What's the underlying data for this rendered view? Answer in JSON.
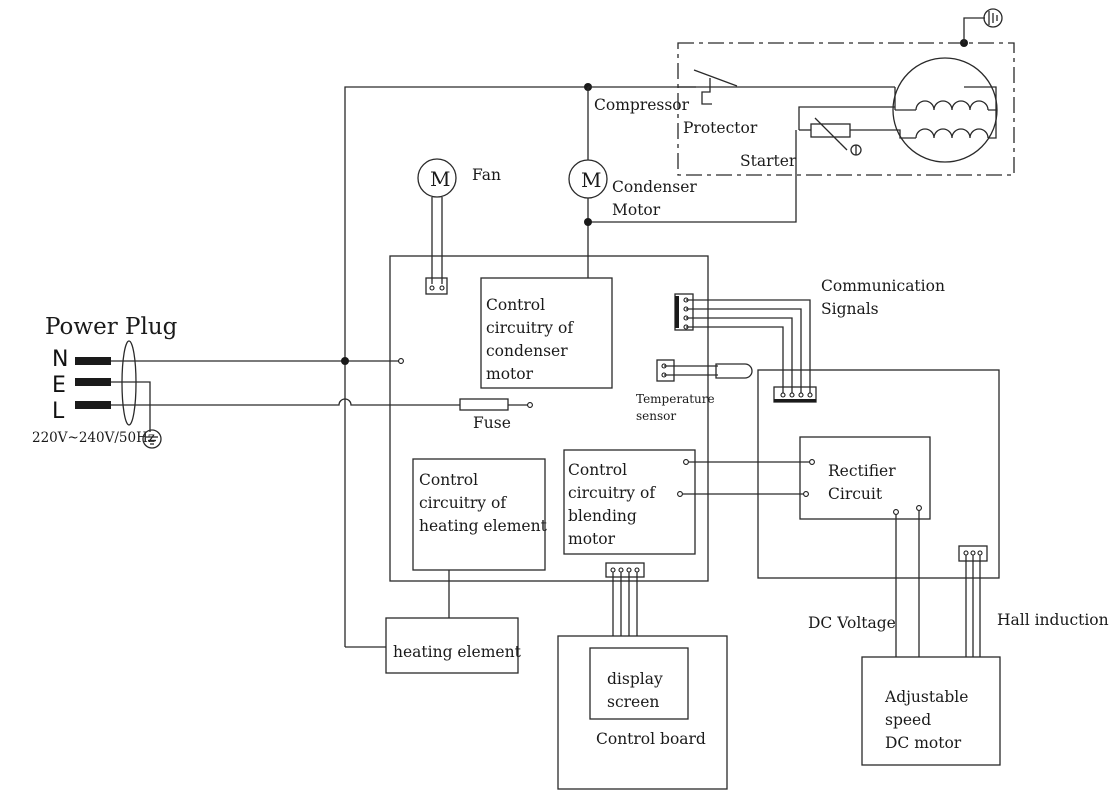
{
  "labels": {
    "power_plug": "Power Plug",
    "pin_n": "N",
    "pin_e": "E",
    "pin_l": "L",
    "voltage": "220V~240V/50Hz",
    "fuse": "Fuse",
    "fan": "Fan",
    "motor_symbol": "M",
    "compressor": "Compressor",
    "protector": "Protector",
    "starter": "Starter",
    "condenser_motor_line1": "Condenser",
    "condenser_motor_line2": "Motor",
    "ctrl_condenser": [
      "Control",
      "circuitry of",
      "condenser",
      "motor"
    ],
    "ctrl_heating": [
      "Control",
      "circuitry of",
      "heating element"
    ],
    "ctrl_blending": [
      "Control",
      "circuitry of",
      "blending",
      "motor"
    ],
    "heating_element": "heating element",
    "display_screen": [
      "display",
      "screen"
    ],
    "control_board": "Control board",
    "communication_signals": [
      "Communication",
      "Signals"
    ],
    "temperature_sensor": [
      "Temperature",
      "sensor"
    ],
    "rectifier": [
      "Rectifier",
      "Circuit"
    ],
    "dc_voltage": "DC Voltage",
    "hall_induction": "Hall induction",
    "dc_motor": [
      "Adjustable",
      "speed",
      "DC motor"
    ]
  }
}
